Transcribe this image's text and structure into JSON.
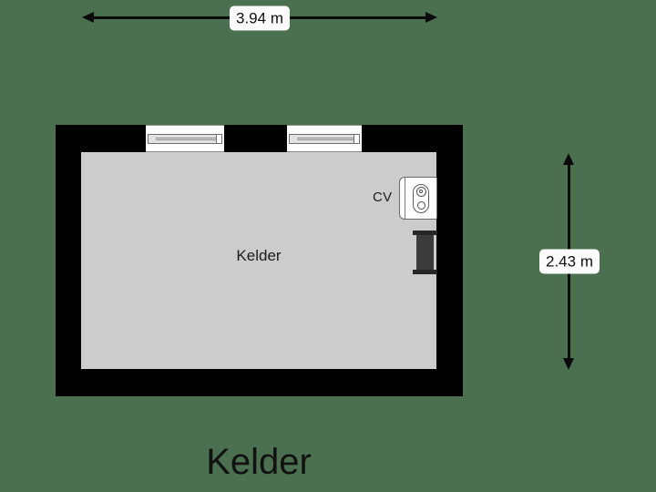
{
  "plan": {
    "title": "Kelder",
    "background_color": "#4a7050",
    "wall_color": "#000000",
    "floor_color": "#cccccc"
  },
  "dimensions": {
    "width": {
      "label": "3.94 m",
      "orientation": "horizontal",
      "value": 3.94,
      "unit": "m"
    },
    "height": {
      "label": "2.43 m",
      "orientation": "vertical",
      "value": 2.43,
      "unit": "m"
    }
  },
  "room": {
    "name": "Kelder"
  },
  "fixtures": {
    "boiler_label": "CV",
    "boiler_icon": "boiler-icon",
    "wall_fixture_icon": "radiator-icon"
  },
  "openings": [
    {
      "type": "window",
      "position": "top-wall-left"
    },
    {
      "type": "window",
      "position": "top-wall-right"
    }
  ]
}
